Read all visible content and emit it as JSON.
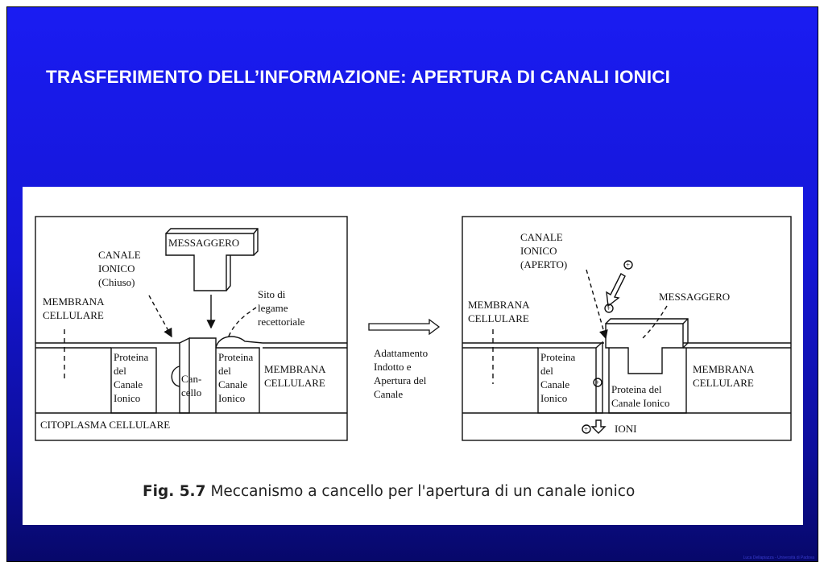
{
  "slide": {
    "title": "TRASFERIMENTO DELL’INFORMAZIONE: APERTURA DI CANALI IONICI",
    "footer": "Luca Dellapiazza - Università di Padova"
  },
  "figure": {
    "caption_number": "Fig. 5.7",
    "caption_text": "Meccanismo a cancello per l'apertura di un canale ionico",
    "left_panel": {
      "messaggero": "MESSAGGERO",
      "canale_ionico_lines": [
        "CANALE",
        "IONICO",
        "(Chiuso)"
      ],
      "membrana_left_lines": [
        "MEMBRANA",
        "CELLULARE"
      ],
      "sito_lines": [
        "Sito di",
        "legame",
        "recettoriale"
      ],
      "proteina_lines": [
        "Proteina",
        "del",
        "Canale",
        "Ionico"
      ],
      "cancello_lines": [
        "Can-",
        "cello"
      ],
      "proteina2_lines": [
        "Proteina",
        "del",
        "Canale",
        "Ionico"
      ],
      "membrana_right_lines": [
        "MEMBRANA",
        "CELLULARE"
      ],
      "citoplasma": "CITOPLASMA CELLULARE"
    },
    "arrow_label_lines": [
      "Adattamento",
      "Indotto e",
      "Apertura del",
      "Canale"
    ],
    "right_panel": {
      "canale_ionico_lines": [
        "CANALE",
        "IONICO",
        "(APERTO)"
      ],
      "membrana_left_lines": [
        "MEMBRANA",
        "CELLULARE"
      ],
      "messaggero": "MESSAGGERO",
      "proteina_lines": [
        "Proteina",
        "del",
        "Canale",
        "Ionico"
      ],
      "proteina2_lines": [
        "Proteina del",
        "Canale Ionico"
      ],
      "membrana_right_lines": [
        "MEMBRANA",
        "CELLULARE"
      ],
      "ioni": "IONI",
      "plus_symbol": "+"
    }
  }
}
